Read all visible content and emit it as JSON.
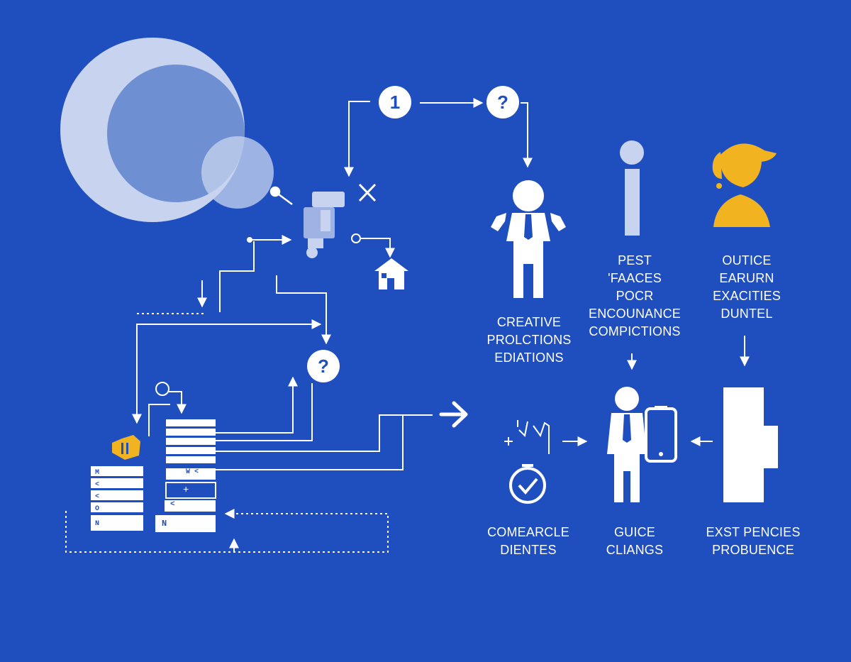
{
  "colors": {
    "background": "#1f4fbf",
    "foreground": "#ffffff",
    "accent": "#f2b320",
    "bubble_light": "#c8d4ef",
    "bubble_mid": "#6f8fd3"
  },
  "badges": {
    "step_one": "1",
    "step_question": "?",
    "lower_question": "?"
  },
  "stack_marks": {
    "left_rows": [
      "M",
      "<",
      "<",
      "O",
      "N"
    ],
    "right_rows": [
      "",
      "",
      "",
      "W <",
      "",
      "+",
      "<",
      "N"
    ],
    "shield": "II"
  },
  "labels": {
    "creative": [
      "CREATIVE",
      "PROLCTIONS",
      "EDIATIONS"
    ],
    "pest": [
      "PEST",
      "'FAACES",
      "POCR",
      "ENCOUNANCE",
      "COMPICTIONS"
    ],
    "outice": [
      "OUTICE",
      "EARURN",
      "EXACITIES",
      "DUNTEL"
    ],
    "comearcle": [
      "COMEARCLE",
      "DIENTES"
    ],
    "guice": [
      "GUICE",
      "CLIANGS"
    ],
    "exst": [
      "EXST PENCIES",
      "PROBUENCE"
    ]
  },
  "icons": {
    "bubbles": "bubble-cluster-icon",
    "magnifier": "magnifier-icon",
    "close": "close-x-icon",
    "key": "key-icon",
    "home": "home-icon",
    "person_presenter": "person-presenter-icon",
    "info": "info-bar-icon",
    "headset_agent": "headset-agent-icon",
    "sparkle": "sparkle-marks-icon",
    "check_clock": "check-clock-icon",
    "person_phone": "person-phone-icon",
    "block": "block-shape-icon",
    "arrow_right": "arrow-right-icon",
    "shield": "shield-icon"
  }
}
